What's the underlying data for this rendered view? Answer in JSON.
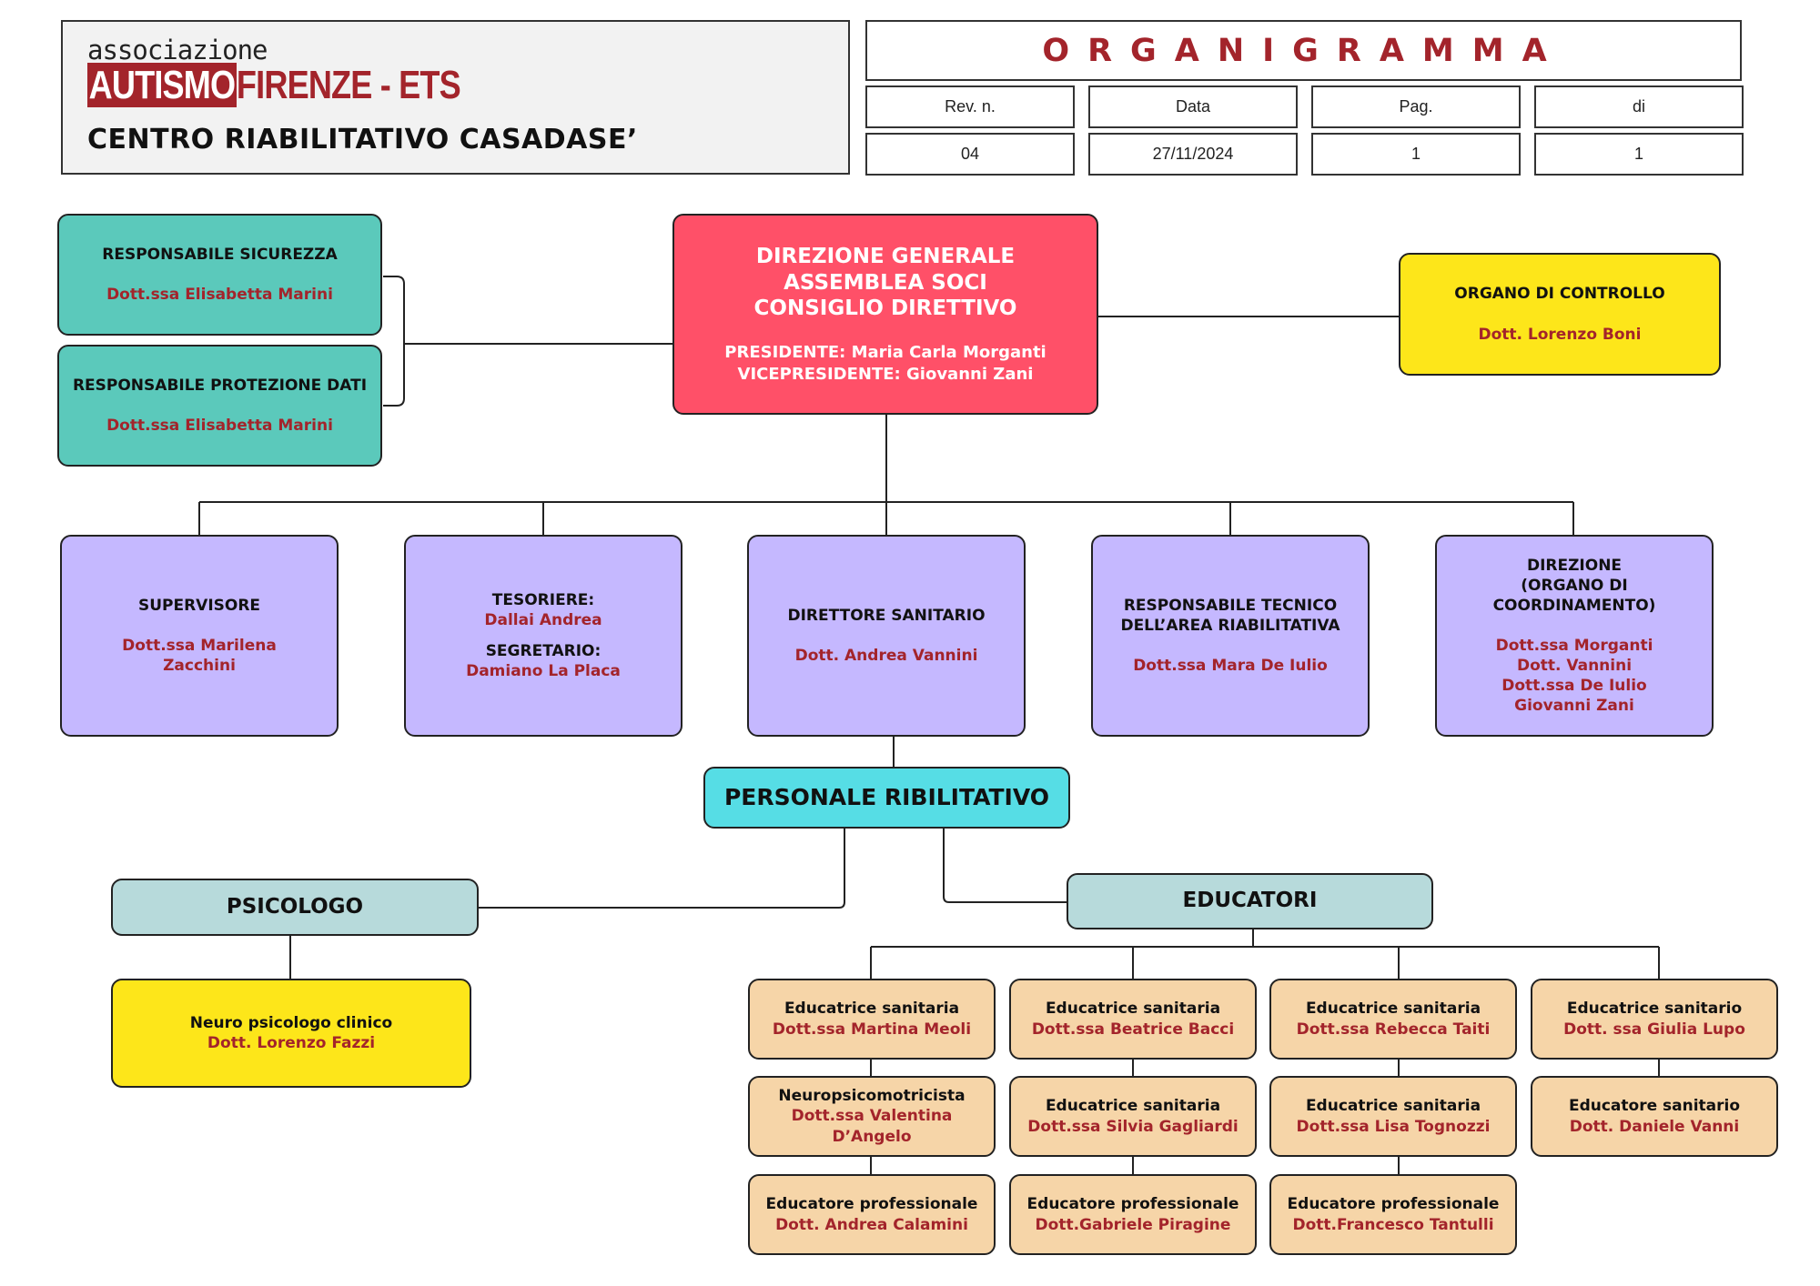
{
  "header": {
    "logo_assoc": "associazione",
    "logo_autismo": "AUTISMO",
    "logo_firenze": "FIRENZE - ETS",
    "center_name": "CENTRO RIABILITATIVO CASADASE’",
    "doc_title": "ORGANIGRAMMA",
    "meta_labels": [
      "Rev. n.",
      "Data",
      "Pag.",
      "di"
    ],
    "meta_values": [
      "04",
      "27/11/2024",
      "1",
      "1"
    ]
  },
  "top": {
    "resp_sicurezza": {
      "role": "RESPONSABILE SICUREZZA",
      "name": "Dott.ssa Elisabetta Marini"
    },
    "resp_dati": {
      "role": "RESPONSABILE PROTEZIONE DATI",
      "name": "Dott.ssa Elisabetta Marini"
    },
    "direzione": {
      "line1": "DIREZIONE GENERALE",
      "line2": "ASSEMBLEA SOCI",
      "line3": "CONSIGLIO DIRETTIVO",
      "presidente": "PRESIDENTE: Maria Carla Morganti",
      "vicepresidente": "VICEPRESIDENTE: Giovanni Zani"
    },
    "organo": {
      "role": "ORGANO DI CONTROLLO",
      "name": "Dott. Lorenzo Boni"
    }
  },
  "middle": {
    "supervisore": {
      "role": "SUPERVISORE",
      "name1": "Dott.ssa Marilena",
      "name2": "Zacchini"
    },
    "tesoriere": {
      "role1": "TESORIERE:",
      "name1": "Dallai Andrea",
      "role2": "SEGRETARIO:",
      "name2": "Damiano  La Placa"
    },
    "direttore": {
      "role": "DIRETTORE SANITARIO",
      "name": "Dott. Andrea Vannini"
    },
    "responsabile": {
      "role1": "RESPONSABILE TECNICO",
      "role2": "DELL’AREA RIABILITATIVA",
      "name": "Dott.ssa Mara De Iulio"
    },
    "direzione_coord": {
      "role1": "DIREZIONE",
      "role2": "(ORGANO DI",
      "role3": "COORDINAMENTO)",
      "names": [
        "Dott.ssa Morganti",
        "Dott. Vannini",
        "Dott.ssa De Iulio",
        "Giovanni Zani"
      ]
    }
  },
  "personale": "PERSONALE RIBILITATIVO",
  "psicologo": {
    "label": "PSICOLOGO",
    "role": "Neuro psicologo clinico",
    "name": "Dott. Lorenzo Fazzi"
  },
  "educatori": {
    "label": "EDUCATORI",
    "col1": [
      {
        "role": "Educatrice sanitaria",
        "name": "Dott.ssa Martina Meoli"
      },
      {
        "role": "Neuropsicomotricista",
        "name": "Dott.ssa Valentina D’Angelo"
      },
      {
        "role": "Educatore professionale",
        "name": "Dott. Andrea Calamini"
      }
    ],
    "col2": [
      {
        "role": "Educatrice sanitaria",
        "name": "Dott.ssa Beatrice Bacci"
      },
      {
        "role": "Educatrice sanitaria",
        "name": "Dott.ssa Silvia Gagliardi"
      },
      {
        "role": "Educatore professionale",
        "name": "Dott.Gabriele Piragine"
      }
    ],
    "col3": [
      {
        "role": "Educatrice sanitaria",
        "name": "Dott.ssa Rebecca Taiti"
      },
      {
        "role": "Educatrice sanitaria",
        "name": "Dott.ssa Lisa Tognozzi"
      },
      {
        "role": "Educatore professionale",
        "name": "Dott.Francesco Tantulli"
      }
    ],
    "col4": [
      {
        "role": "Educatrice sanitario",
        "name": "Dott. ssa Giulia Lupo"
      },
      {
        "role": "Educatore sanitario",
        "name": "Dott. Daniele Vanni"
      }
    ]
  }
}
